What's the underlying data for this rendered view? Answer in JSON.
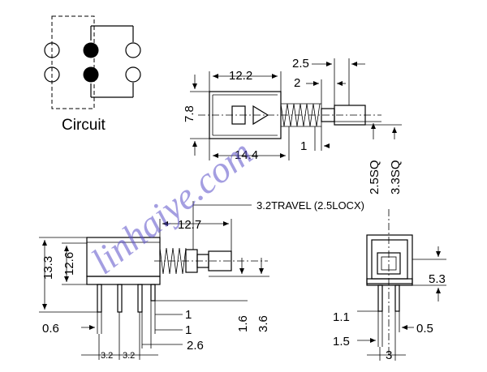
{
  "circuit": {
    "label": "Circuit"
  },
  "top_view": {
    "dim_length": "12.2",
    "dim_height": "7.8",
    "dim_overall": "14.4",
    "dim_plunger": "2.5",
    "dim_shaft": "2",
    "dim_step": "1",
    "dim_sq_small": "2.5SQ",
    "dim_sq_large": "3.3SQ"
  },
  "side_view": {
    "travel_note": "3.2TRAVEL (2.5LOCX)",
    "dim_body": "12.7",
    "dim_height_total": "13.3",
    "dim_height_body": "12.6",
    "dim_pin_width": "0.6",
    "dim_pitch_a": "3.2",
    "dim_pitch_b": "3.2",
    "dim_pin_a": "1",
    "dim_pin_b": "1",
    "dim_pin_c": "2.6",
    "dim_vert_a": "1.6",
    "dim_vert_b": "3.6"
  },
  "end_view": {
    "dim_top": "5.3",
    "dim_left": "1.1",
    "dim_bottom_left": "1.5",
    "dim_bottom_right": "0.5",
    "dim_pitch": "3"
  },
  "watermark": {
    "text": "linhaiye.com",
    "color": "#5a4fc8"
  }
}
